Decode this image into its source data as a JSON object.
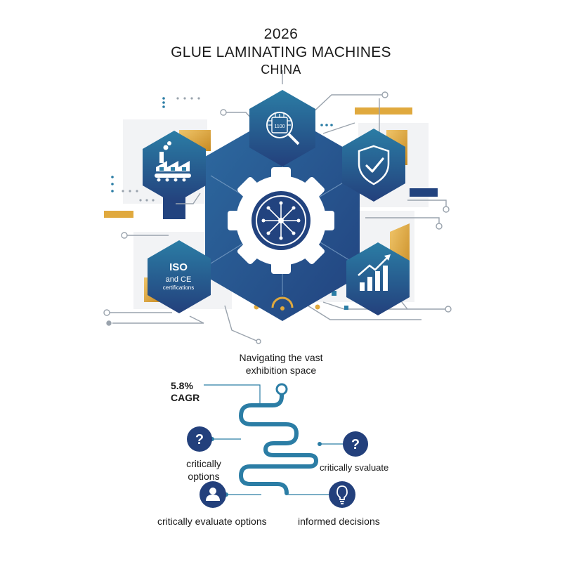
{
  "title": {
    "year": "2026",
    "main": "GLUE LAMINATING MACHINES",
    "sub": "CHINA"
  },
  "colors": {
    "navy": "#22437f",
    "teal": "#2b7da5",
    "gold": "#d9a33a",
    "gray": "#9aa3ad"
  },
  "hexagons": {
    "top": {
      "icon": "chip-magnifier-icon",
      "chip_text": "1100"
    },
    "top_left": {
      "icon": "factory-icon"
    },
    "top_right": {
      "icon": "shield-check-icon"
    },
    "bottom_left": {
      "icon": "certification-badge",
      "line1": "ISO",
      "line2": "and CE",
      "line3": "certifications"
    },
    "bottom_right": {
      "icon": "bar-chart-growth-icon"
    },
    "center": {
      "icon": "gear-circuit-icon"
    }
  },
  "path_section": {
    "navigate": "Navigating the vast exhibition space",
    "cagr_value": "5.8%",
    "cagr_label": "CAGR",
    "label_left_q": "critically options",
    "label_right_q": "critically svaluate",
    "label_person": "critically evaluate options",
    "label_bulb": "informed decisions",
    "question_glyph": "?"
  }
}
